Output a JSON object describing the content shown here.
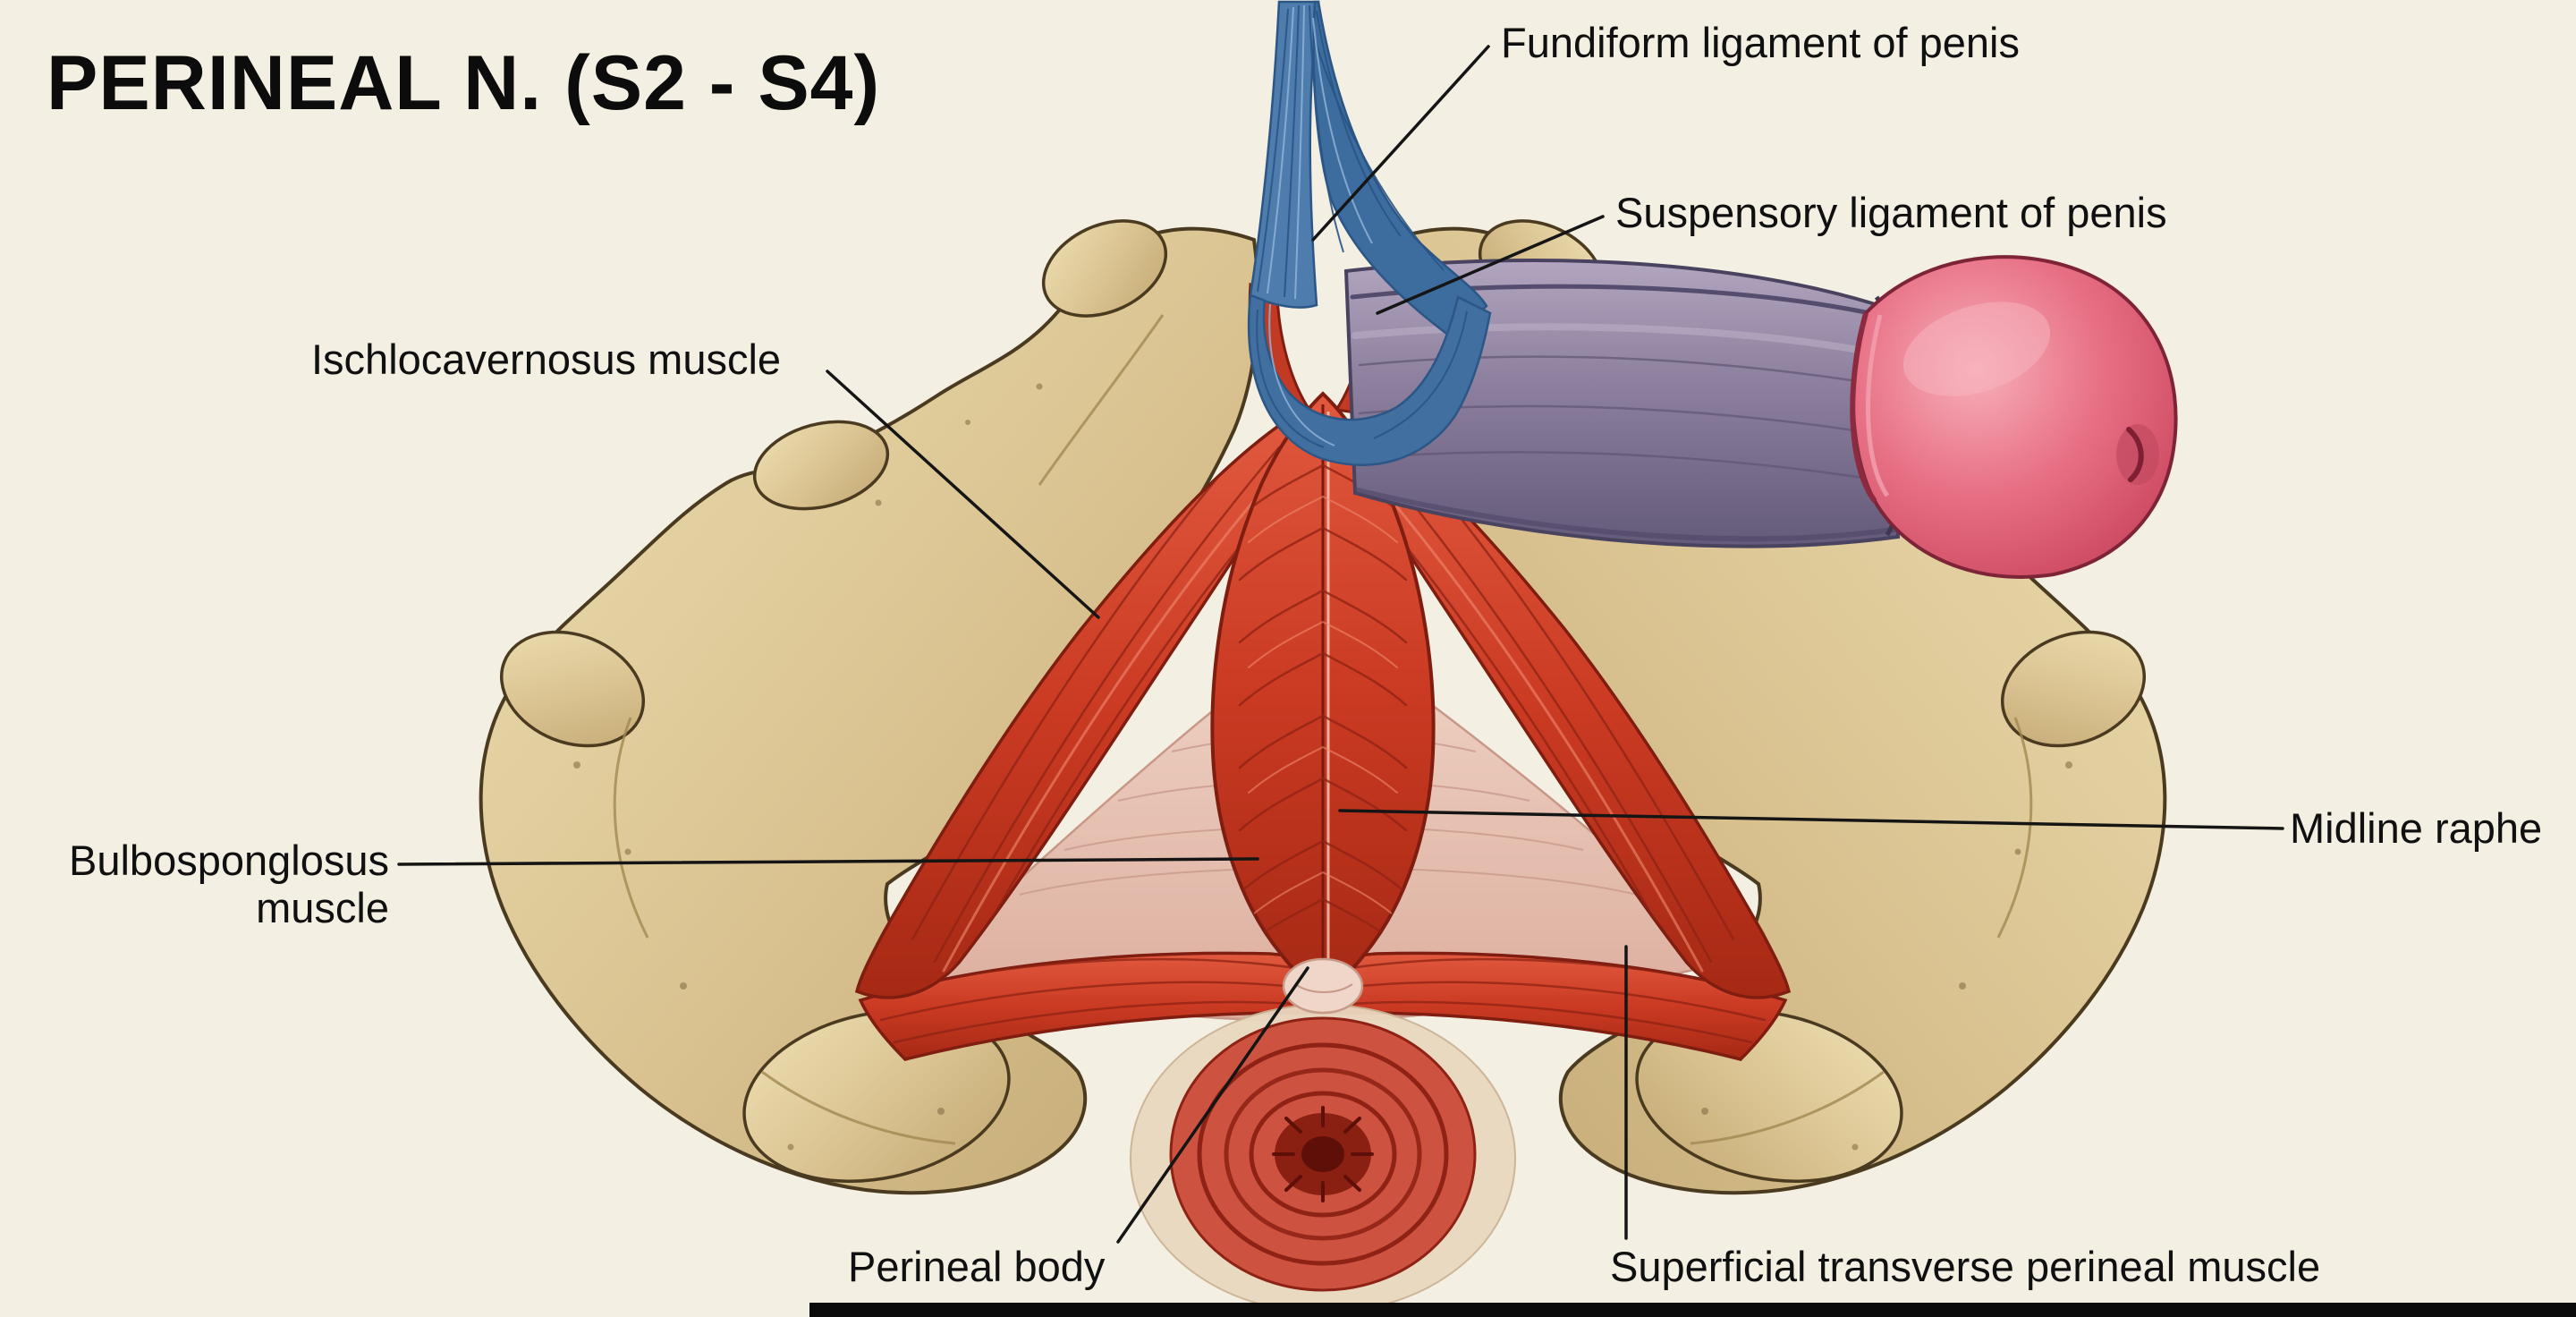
{
  "figure": {
    "title": "PERINEAL N. (S2 - S4)"
  },
  "labels": {
    "fundiform_ligament": "Fundiform ligament of penis",
    "suspensory_ligament": "Suspensory ligament of penis",
    "ischiocavernosus_muscle": "Ischlocavernosus muscle",
    "bulbospongiosus_line1": "Bulbosponglosus",
    "bulbospongiosus_line2": "muscle",
    "midline_raphe": "Midline raphe",
    "perineal_body": "Perineal body",
    "superficial_transverse_perineal_muscle": "Superficial transverse perineal muscle"
  },
  "colors": {
    "background": "#f3efe2",
    "bone": "#d9c290",
    "bone_outline": "#4a3a20",
    "muscle_red": "#cb3a23",
    "muscle_outline": "#7e1d10",
    "perineal_membrane": "#e4bcac",
    "ligament_blue": "#4d7cad",
    "penis_shaft": "#8f82a0",
    "glans_pink": "#e87186",
    "label_text": "#101010",
    "leader_line": "#151515"
  }
}
